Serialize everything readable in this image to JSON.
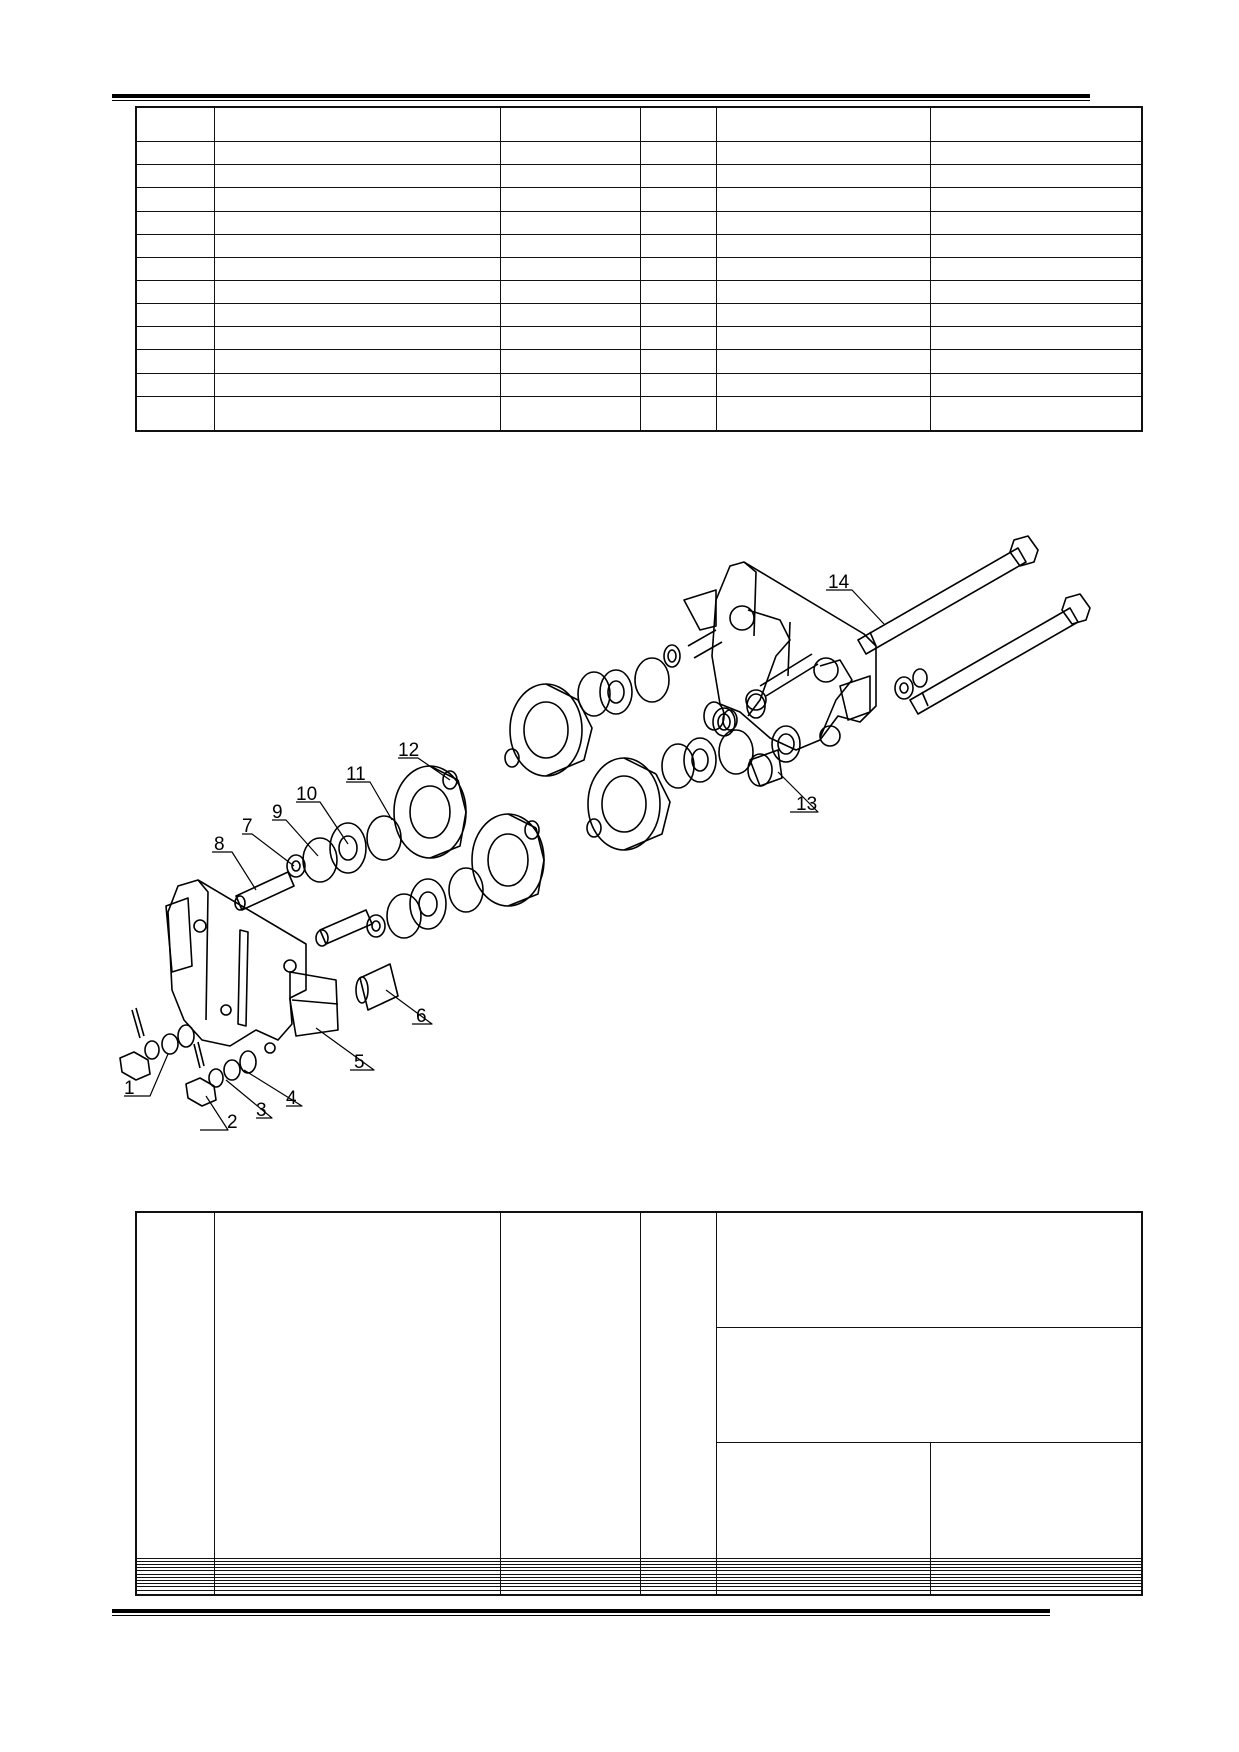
{
  "diagram": {
    "callouts": [
      {
        "id": "1",
        "label": "1"
      },
      {
        "id": "2",
        "label": "2"
      },
      {
        "id": "3",
        "label": "3"
      },
      {
        "id": "4",
        "label": "4"
      },
      {
        "id": "5",
        "label": "5"
      },
      {
        "id": "6",
        "label": "6"
      },
      {
        "id": "7",
        "label": "7"
      },
      {
        "id": "8",
        "label": "8"
      },
      {
        "id": "9",
        "label": "9"
      },
      {
        "id": "10",
        "label": "10"
      },
      {
        "id": "11",
        "label": "11"
      },
      {
        "id": "12",
        "label": "12"
      },
      {
        "id": "13",
        "label": "13"
      },
      {
        "id": "14",
        "label": "14"
      }
    ]
  },
  "top_table": {
    "rows": 13,
    "cols": 6
  },
  "bottom_table": {
    "header_rows": 3,
    "body_rows": 11,
    "cols": 6
  }
}
